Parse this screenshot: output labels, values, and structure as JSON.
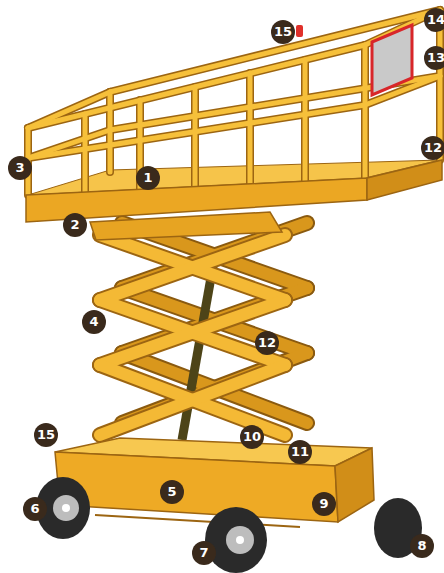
{
  "diagram": {
    "labels": [
      "14",
      "15",
      "13",
      "3",
      "1",
      "12",
      "2",
      "4",
      "12",
      "15",
      "10",
      "11",
      "5",
      "9",
      "6",
      "7",
      "8"
    ]
  }
}
